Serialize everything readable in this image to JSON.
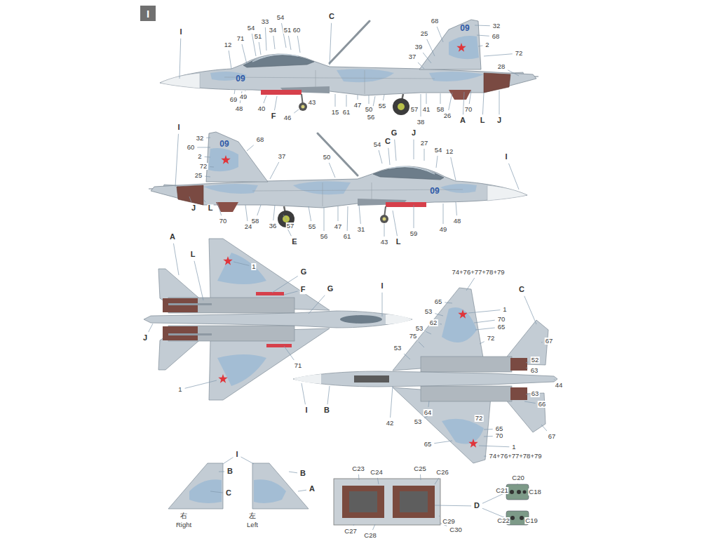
{
  "diagram": {
    "nodes": [
      {
        "text": [
          "I"
        ]
      }
    ],
    "labels": [
      "I",
      "C",
      "12",
      "71",
      "54",
      "33",
      "51",
      "34",
      "54",
      "51",
      "60",
      "09",
      "69",
      "49",
      "48",
      "40",
      "F",
      "46",
      "43",
      "15",
      "61",
      "47",
      "50",
      "56",
      "55",
      "57",
      "38",
      "41",
      "58",
      "26",
      "A",
      "70",
      "L",
      "J",
      "68",
      "09",
      "32",
      "68",
      "2",
      "72",
      "25",
      "39",
      "37",
      "28",
      "I",
      "32",
      "60",
      "2",
      "72",
      "25",
      "09",
      "68",
      "37",
      "50",
      "54",
      "C",
      "G",
      "J",
      "27",
      "54",
      "12",
      "I",
      "09",
      "J",
      "L",
      "70",
      "24",
      "58",
      "36",
      "57",
      "E",
      "55",
      "56",
      "47",
      "61",
      "31",
      "43",
      "L",
      "59",
      "49",
      "48",
      "A",
      "L",
      "1",
      "G",
      "F",
      "G",
      "I",
      "J",
      "71",
      "1",
      "74+76+77+78+79",
      "C",
      "65",
      "53",
      "1",
      "70",
      "65",
      "53",
      "62",
      "75",
      "53",
      "72",
      "67",
      "52",
      "63",
      "44",
      "63",
      "66",
      "67",
      "42",
      "64",
      "53",
      "72",
      "65",
      "70",
      "65",
      "1",
      "74+76+77+78+79",
      "I",
      "B",
      "I",
      "B",
      "C",
      "右",
      "Right",
      "B",
      "A",
      "左",
      "Left",
      "C23",
      "C24",
      "C25",
      "C26",
      "C27",
      "C28",
      "C29",
      "C30",
      "D",
      "C20",
      "C21",
      "C18",
      "C22",
      "C19"
    ]
  }
}
